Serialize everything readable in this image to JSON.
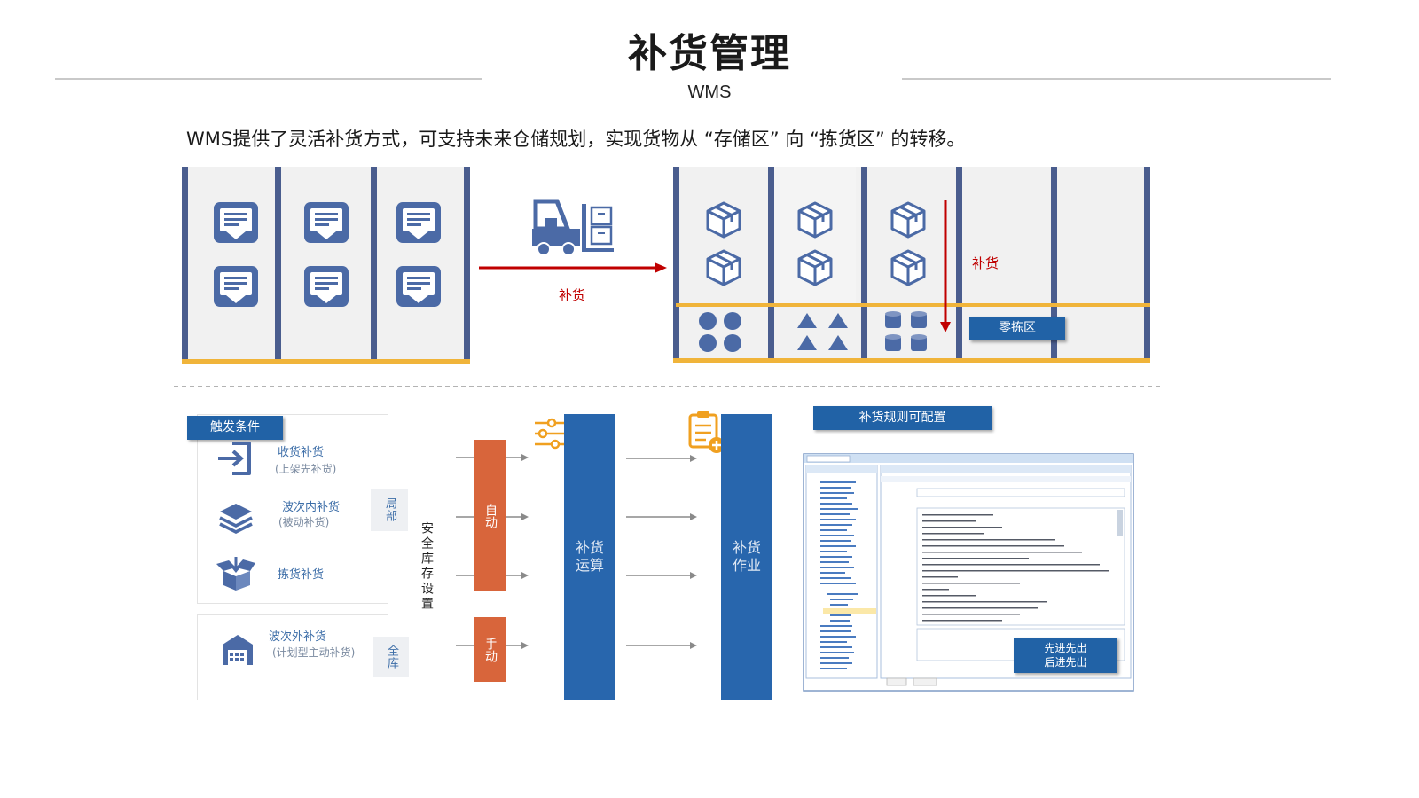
{
  "header": {
    "title": "补货管理",
    "subtitle": "WMS",
    "intro": "WMS提供了灵活补货方式，可支持未来仓储规划，实现货物从 “存储区” 向 “拣货区” 的转移。"
  },
  "top_flow": {
    "arrow_label": "补货",
    "vertical_label": "补货",
    "zone_label": "零拣区"
  },
  "trigger": {
    "label": "触发条件",
    "items": [
      {
        "name": "收货补货",
        "sub": "(上架先补货)"
      },
      {
        "name": "波次内补货",
        "sub": "(被动补货)"
      },
      {
        "name": "拣货补货",
        "sub": ""
      },
      {
        "name": "波次外补货",
        "sub": "(计划型主动补货)"
      }
    ],
    "scope_local": "局部",
    "scope_all": "全库"
  },
  "process": {
    "safety_stock": "安全库存设置",
    "auto": "自动",
    "manual": "手动",
    "calc": "补货运算",
    "work": "补货作业"
  },
  "rules": {
    "label": "补货规则可配置",
    "badge": "先进先出\n后进先出"
  },
  "colors": {
    "rack": "#4a5d8e",
    "rack_base": "#f0b43a",
    "accent_red": "#c00000",
    "blue": "#2162a6",
    "orange": "#d8653b",
    "icon_blue": "#4b6aa6"
  }
}
